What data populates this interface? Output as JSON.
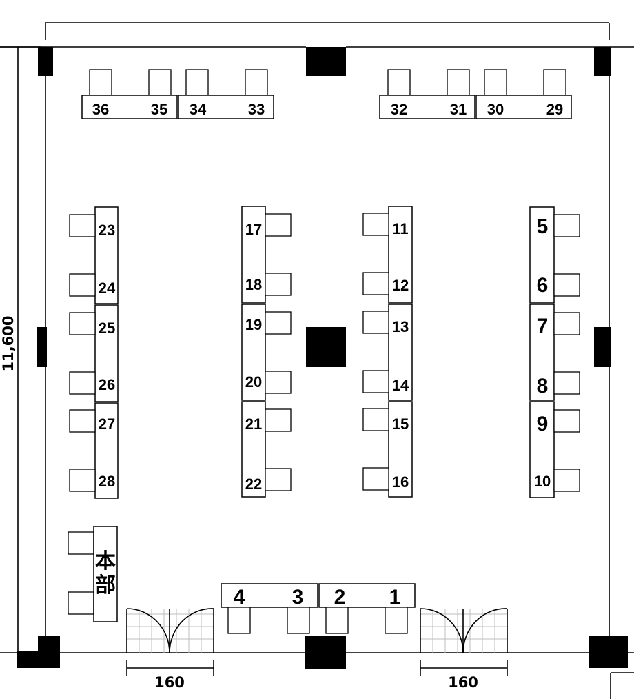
{
  "dimensions": {
    "height_label": "11,600",
    "door_left_label": "160",
    "door_right_label": "160"
  },
  "headquarters": {
    "label_line1": "本",
    "label_line2": "部"
  },
  "booths": {
    "b1": "1",
    "b2": "2",
    "b3": "3",
    "b4": "4",
    "b5": "5",
    "b6": "6",
    "b7": "7",
    "b8": "8",
    "b9": "9",
    "b10": "10",
    "b11": "11",
    "b12": "12",
    "b13": "13",
    "b14": "14",
    "b15": "15",
    "b16": "16",
    "b17": "17",
    "b18": "18",
    "b19": "19",
    "b20": "20",
    "b21": "21",
    "b22": "22",
    "b23": "23",
    "b24": "24",
    "b25": "25",
    "b26": "26",
    "b27": "27",
    "b28": "28",
    "b29": "29",
    "b30": "30",
    "b31": "31",
    "b32": "32",
    "b33": "33",
    "b34": "34",
    "b35": "35",
    "b36": "36"
  }
}
